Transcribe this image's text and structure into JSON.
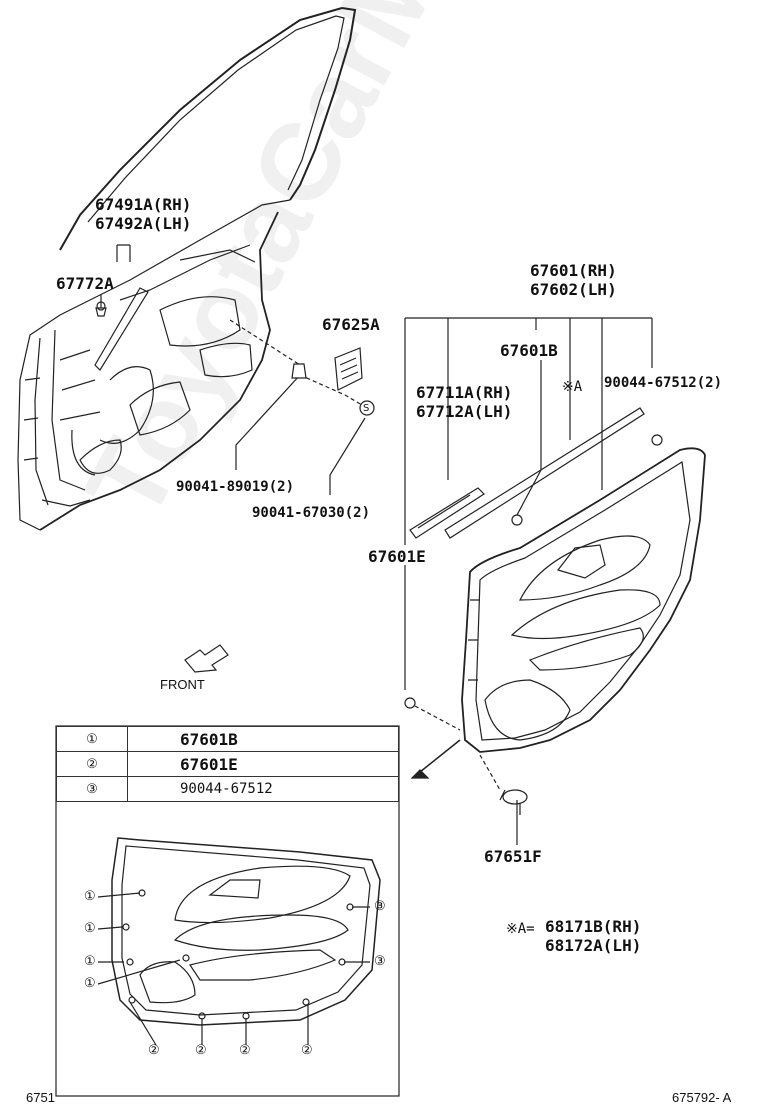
{
  "watermark": "ToyotaCarMine.ru",
  "labels": {
    "l67491a": "67491A(RH)",
    "l67492a": "67492A(LH)",
    "l67772a": "67772A",
    "l67625a": "67625A",
    "l67601": "67601(RH)",
    "l67602": "67602(LH)",
    "l67601b": "67601B",
    "note_a": "※A",
    "l90044": "90044-67512(2)",
    "l67711a": "67711A(RH)",
    "l67712a": "67712A(LH)",
    "l90041_89019": "90041-89019(2)",
    "l90041_67030": "90041-67030(2)",
    "l67601e": "67601E",
    "l67651f": "67651F",
    "note_ref_prefix": "※A=",
    "l68171b": "68171B(RH)",
    "l68172a": "68172A(LH)",
    "s_marker": "S"
  },
  "front_label": "FRONT",
  "legend": [
    {
      "key": "①",
      "value": "67601B"
    },
    {
      "key": "②",
      "value": "67601E"
    },
    {
      "key": "③",
      "value": "90044-67512"
    }
  ],
  "callouts": {
    "one": "①",
    "two": "②",
    "three": "③"
  },
  "footer": {
    "left": "6751",
    "right": "675792- A"
  }
}
